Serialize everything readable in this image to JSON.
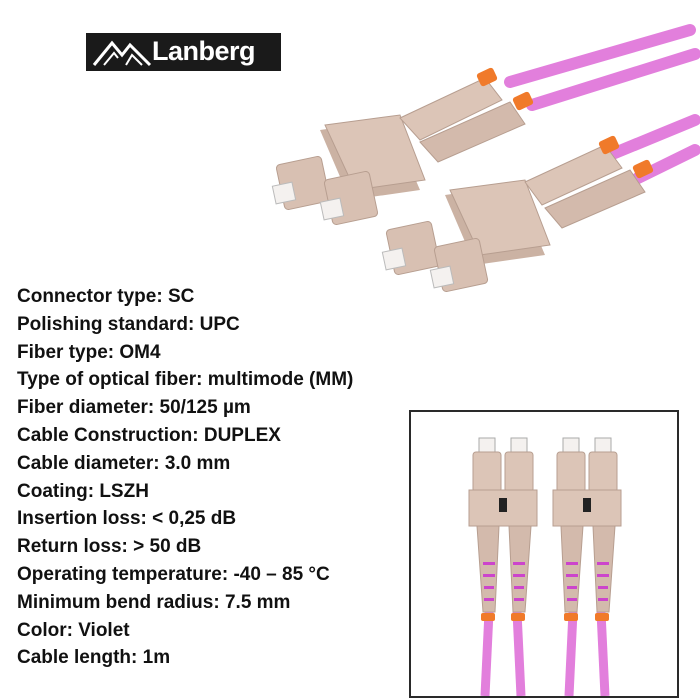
{
  "brand": {
    "name": "Lanberg",
    "logo_bg": "#1a1a1a"
  },
  "specs": [
    {
      "label": "Connector type:",
      "value": "SC"
    },
    {
      "label": "Polishing standard:",
      "value": "UPC"
    },
    {
      "label": "Fiber type:",
      "value": "OM4"
    },
    {
      "label": "Type of optical fiber:",
      "value": "multimode (MM)"
    },
    {
      "label": "Fiber diameter:",
      "value": "50/125 µm"
    },
    {
      "label": "Cable Construction:",
      "value": "DUPLEX"
    },
    {
      "label": "Cable diameter:",
      "value": "3.0 mm"
    },
    {
      "label": "Coating:",
      "value": "LSZH"
    },
    {
      "label": "Insertion loss:",
      "value": "< 0,25 dB"
    },
    {
      "label": "Return loss:",
      "value": "> 50 dB"
    },
    {
      "label": "Operating temperature:",
      "value": "-40 – 85 °C"
    },
    {
      "label": "Minimum bend radius:",
      "value": "7.5 mm"
    },
    {
      "label": "Color:",
      "value": "Violet"
    },
    {
      "label": "Cable length:",
      "value": "1m"
    }
  ],
  "colors": {
    "cable": "#e27fdc",
    "connector": "#dcc5b7",
    "boot_ring": "#f07a2a",
    "text": "#111111"
  }
}
